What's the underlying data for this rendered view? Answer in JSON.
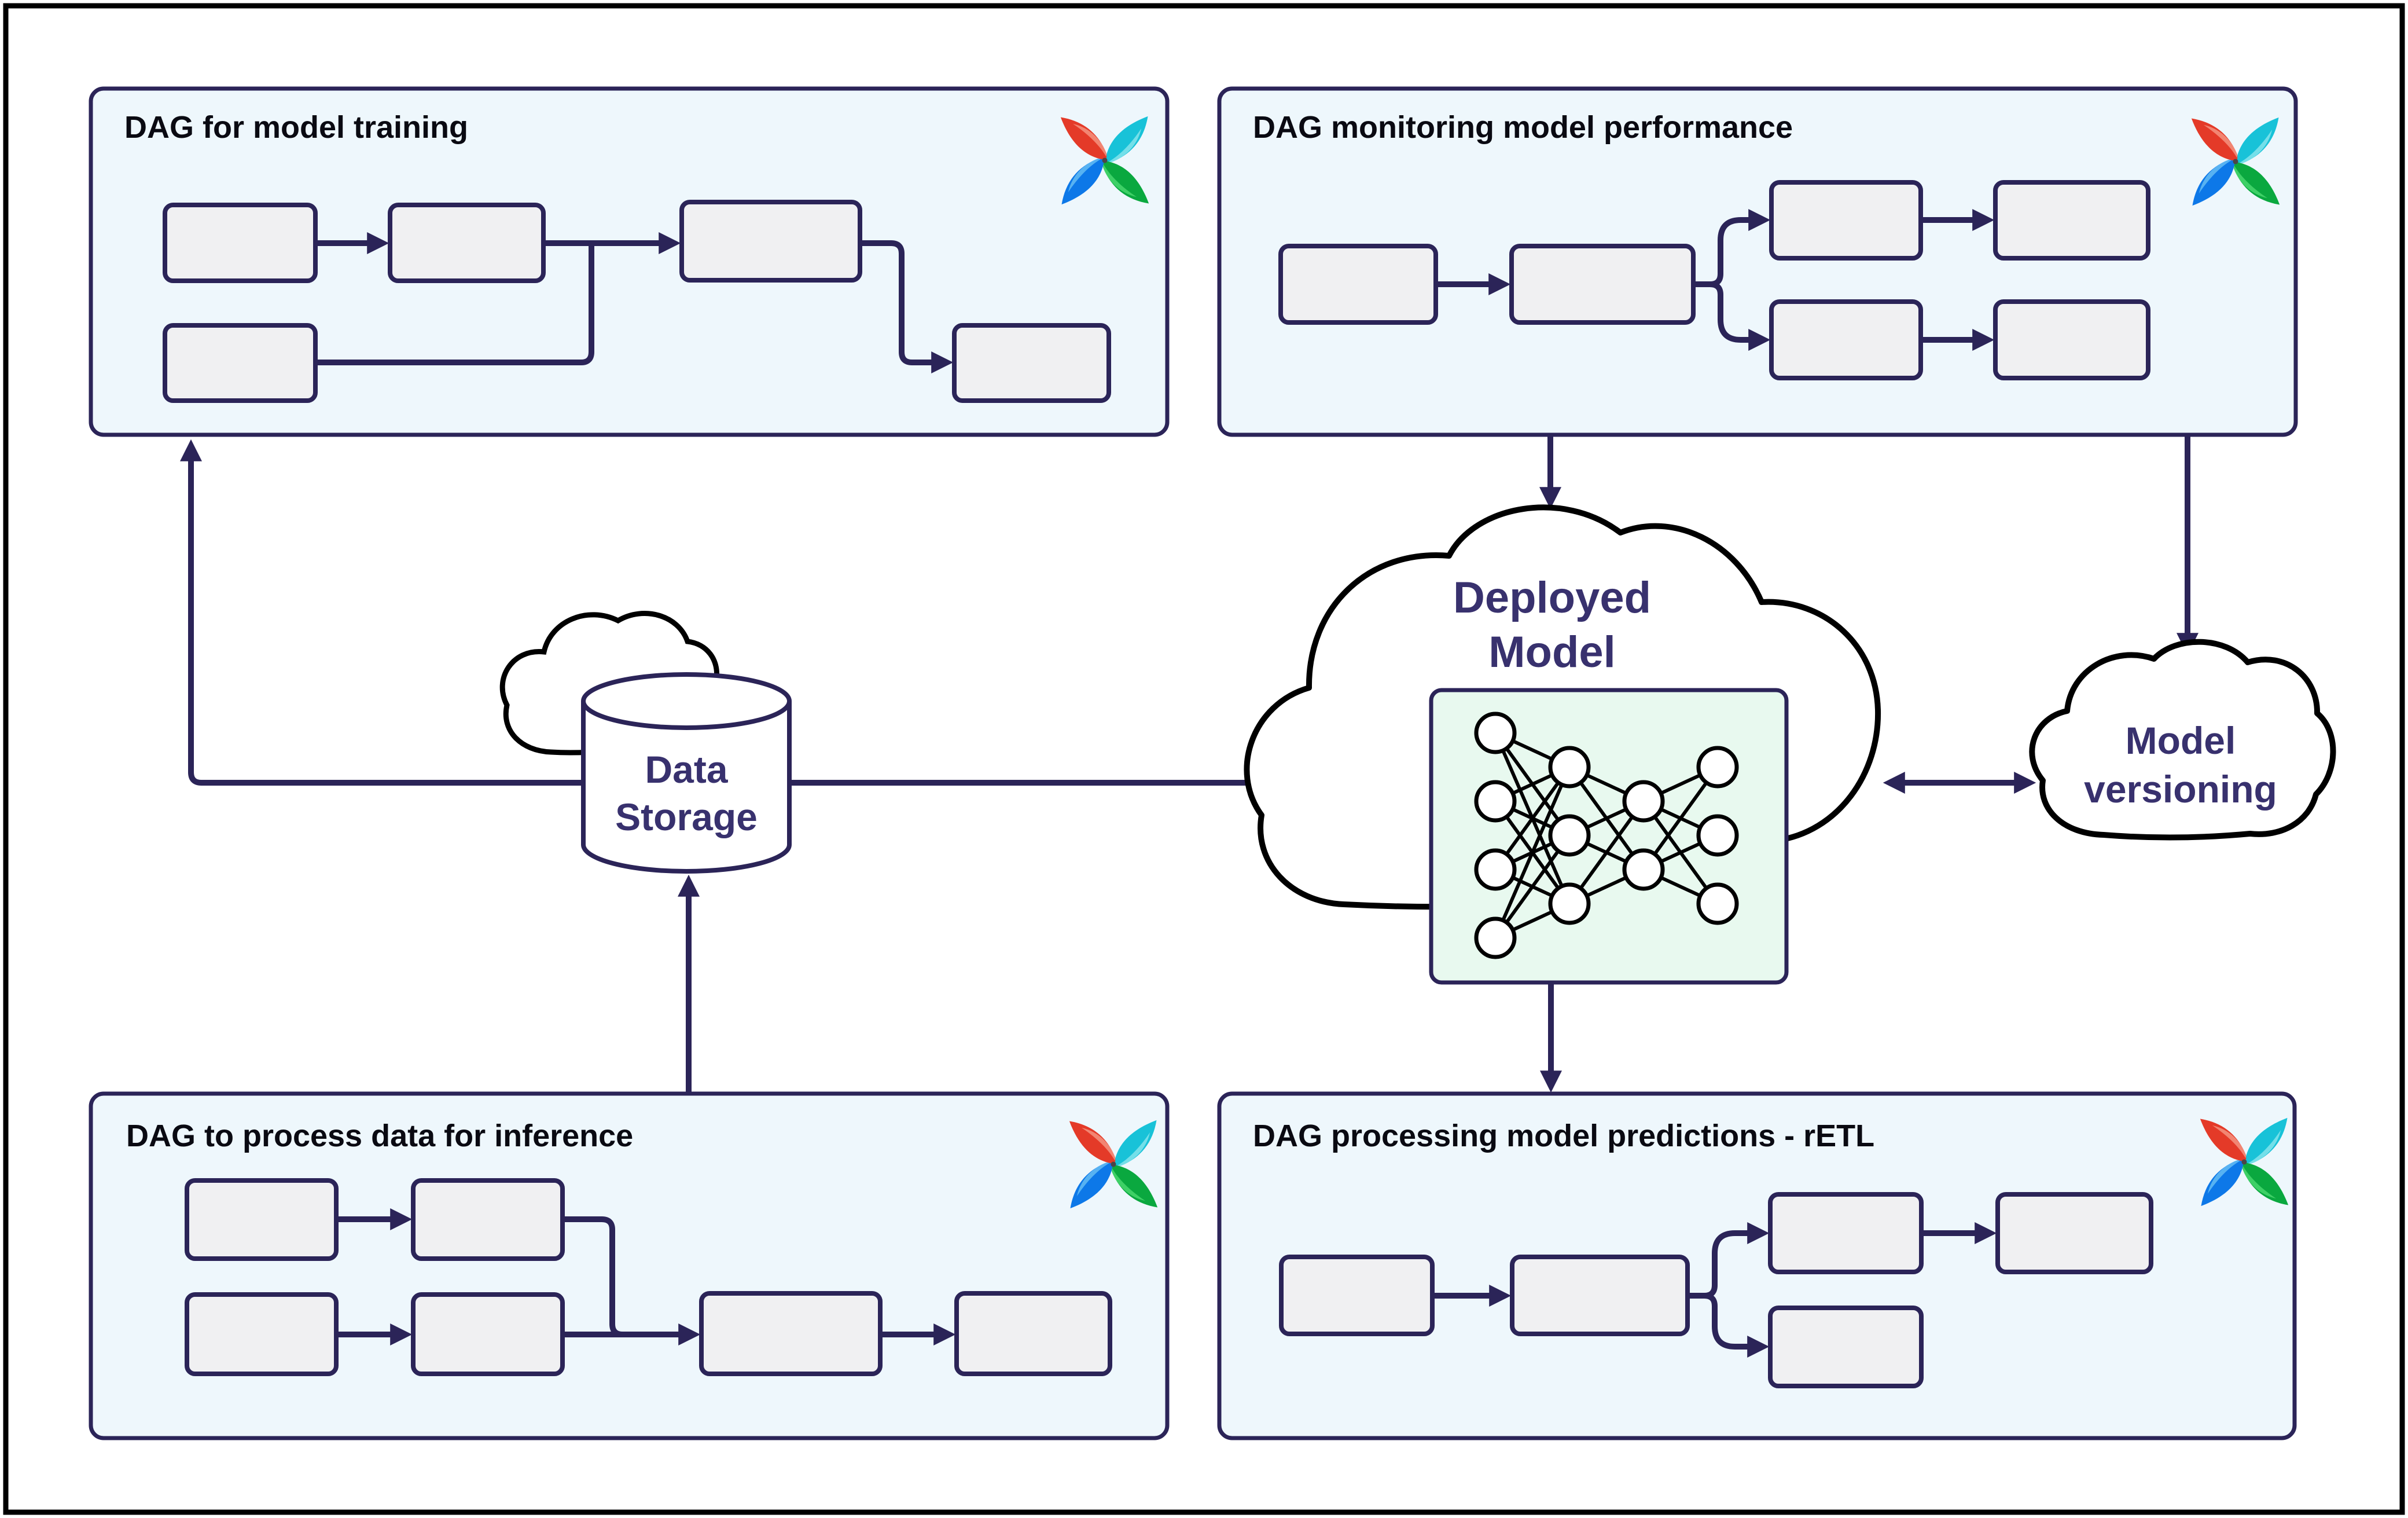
{
  "panels": [
    {
      "id": "training",
      "title": "DAG for model training",
      "task_count": 5
    },
    {
      "id": "monitoring",
      "title": "DAG monitoring model performance",
      "task_count": 6
    },
    {
      "id": "inference",
      "title": "DAG to process data for inference",
      "task_count": 6
    },
    {
      "id": "retl",
      "title": "DAG processing model predictions - rETL",
      "task_count": 5
    }
  ],
  "labels": {
    "deployed_model": [
      "Deployed",
      "Model"
    ],
    "data_storage": [
      "Data",
      "Storage"
    ],
    "model_versioning": [
      "Model",
      "versioning"
    ]
  },
  "neural_net": {
    "layers": [
      4,
      3,
      2,
      3
    ]
  },
  "icons": {
    "airflow_logo": "apache-airflow-pinwheel"
  },
  "colors": {
    "panel_bg": "#eef7fc",
    "panel_border": "#2b2458",
    "task_fill": "#f0f0f2",
    "arrow": "#2b2458",
    "cloud_stroke": "#000000",
    "label_text": "#38316e",
    "title_text": "#0a0a12",
    "nn_box_bg": "#e8f9ef",
    "airflow_red": "#e43a28",
    "airflow_teal": "#18c2d8",
    "airflow_blue": "#0d78e8",
    "airflow_green": "#0aa83f"
  }
}
